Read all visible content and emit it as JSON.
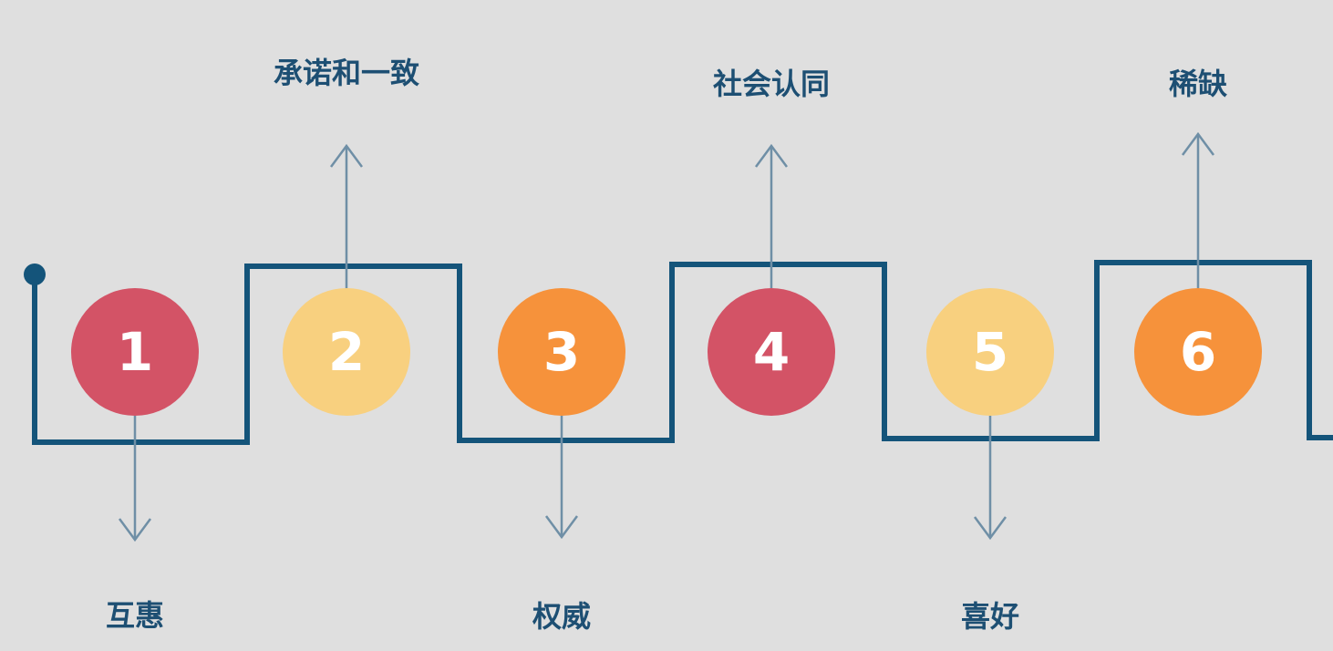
{
  "colors": {
    "background": "#dfdfdf",
    "line": "#14547a",
    "arrow": "#6f8fa6",
    "label": "#1d4f73",
    "number": "#ffffff"
  },
  "steps": [
    {
      "number": "1",
      "label": "互惠",
      "color": "#d35366",
      "arrow": "down"
    },
    {
      "number": "2",
      "label": "承诺和一致",
      "color": "#f8d07f",
      "arrow": "up"
    },
    {
      "number": "3",
      "label": "权威",
      "color": "#f6923b",
      "arrow": "down"
    },
    {
      "number": "4",
      "label": "社会认同",
      "color": "#d35366",
      "arrow": "up"
    },
    {
      "number": "5",
      "label": "喜好",
      "color": "#f8d07f",
      "arrow": "down"
    },
    {
      "number": "6",
      "label": "稀缺",
      "color": "#f6923b",
      "arrow": "up"
    }
  ]
}
